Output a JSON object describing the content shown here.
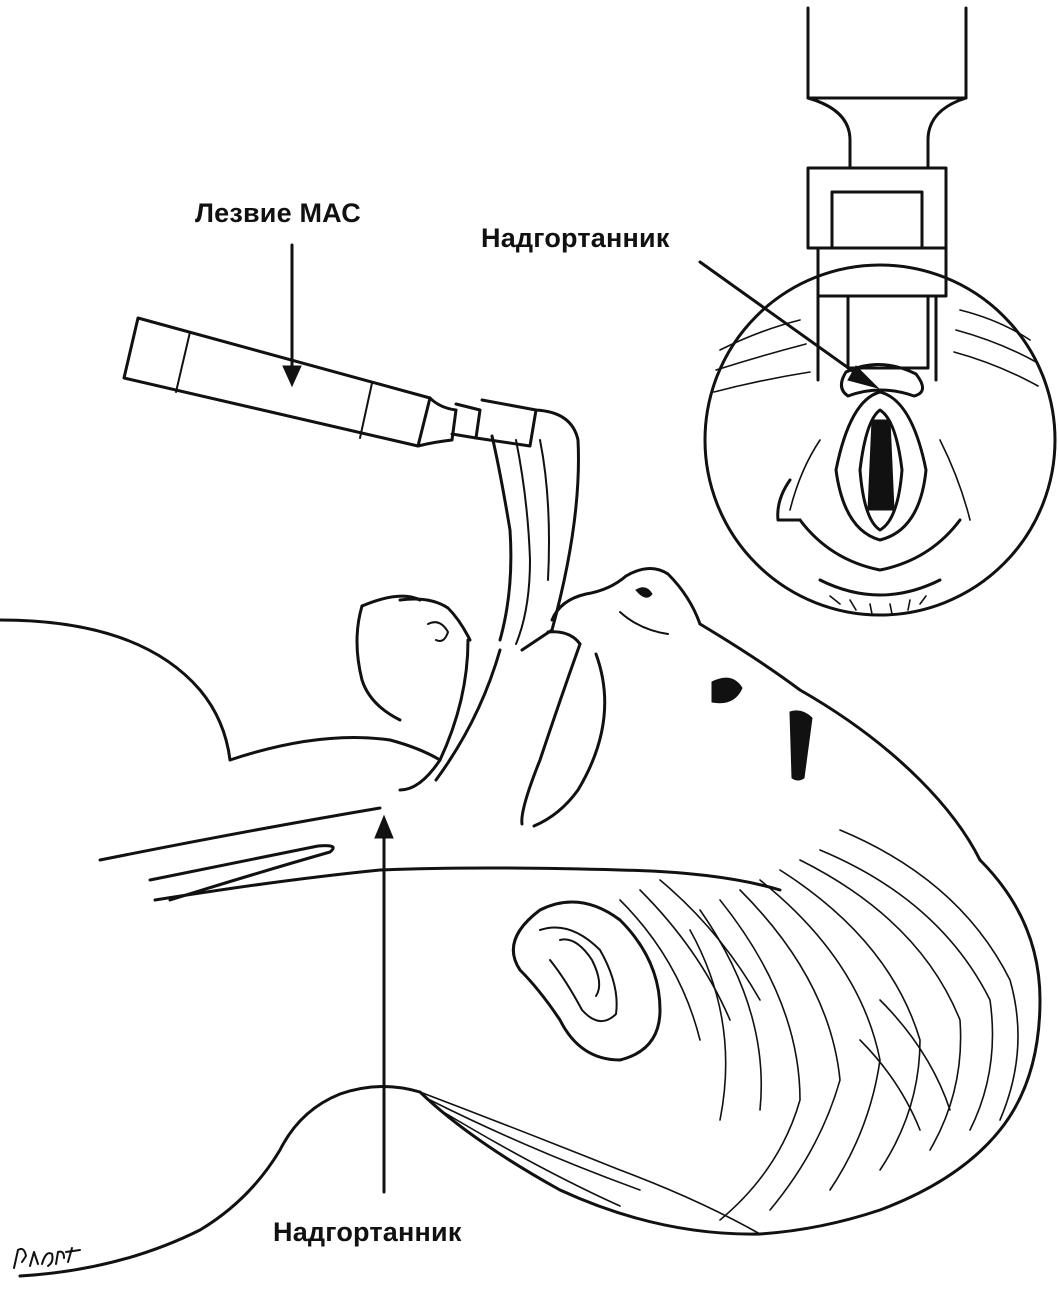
{
  "labels": {
    "blade": "Лезвие МАС",
    "epiglottis_inset": "Надгортанник",
    "epiglottis_bottom": "Надгортанник"
  },
  "icons": [
    "laryngoscope-handle",
    "laryngoscope-blade",
    "patient-head",
    "glottis-inset-view",
    "arrow",
    "artist-signature"
  ],
  "colors": {
    "ink": "#111111",
    "background": "#ffffff"
  }
}
